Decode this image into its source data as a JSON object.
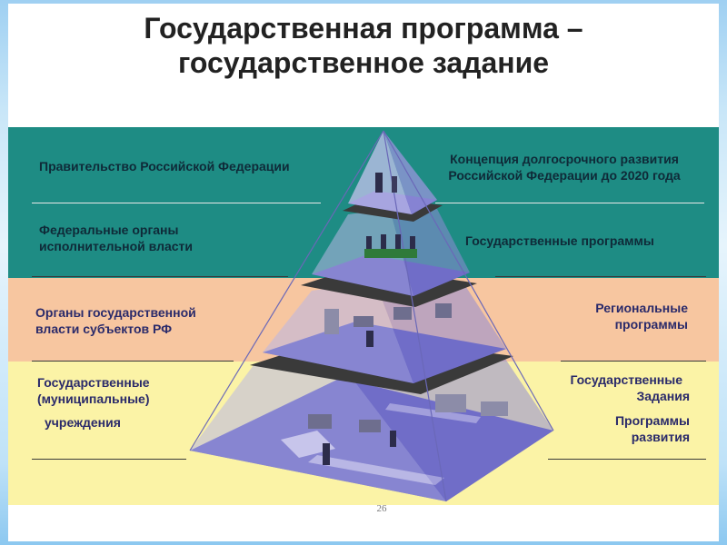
{
  "title": {
    "line1": "Государственная программа –",
    "line2": "государственное задание"
  },
  "left_labels": {
    "government": "Правительство Российской Федерации",
    "federal_line1": "Федеральные органы",
    "federal_line2": "исполнительной власти",
    "regional_line1": "Органы государственной",
    "regional_line2": "власти субъектов РФ",
    "institutions_line1": "Государственные",
    "institutions_line2": "(муниципальные)",
    "institutions_line3": "учреждения"
  },
  "right_labels": {
    "concept_line1": "Концепция долгосрочного развития",
    "concept_line2": "Российской Федерации до 2020 года",
    "state_programs": "Государственные программы",
    "regional_line1": "Региональные",
    "regional_line2": "программы",
    "tasks_line1": "Государственные",
    "tasks_line2": "Задания",
    "dev_line1": "Программы",
    "dev_line2": "развития"
  },
  "page_number": "26",
  "colors": {
    "teal_band": "#1e8c84",
    "peach_band": "#f7c6a0",
    "yellow_band": "#fbf3a6",
    "pyramid_floor": "#4b4bb8",
    "pyramid_glass": "#b9b6e6"
  }
}
